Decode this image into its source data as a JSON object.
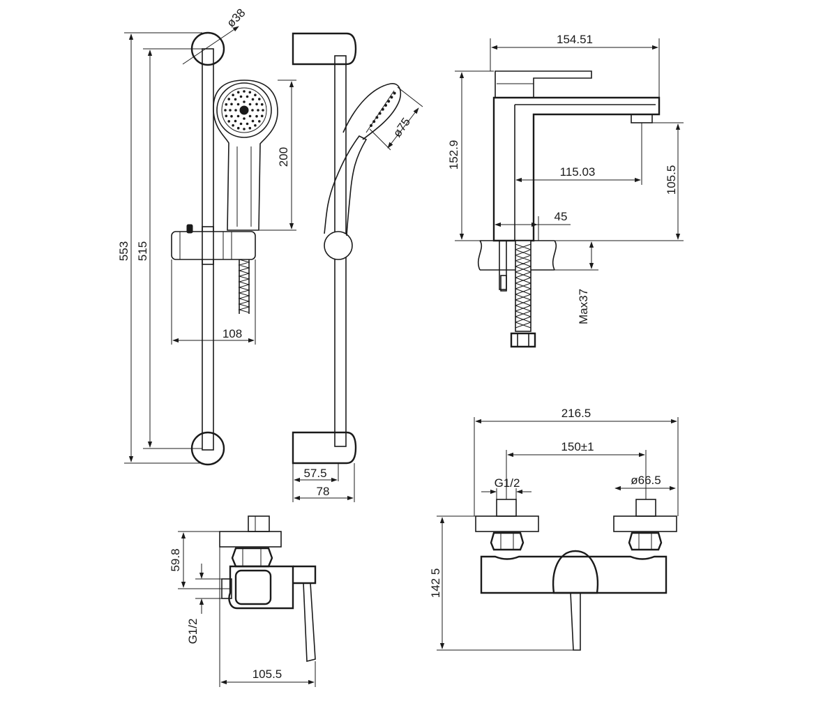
{
  "dimensions": {
    "rail_height": "553",
    "rail_centers": "515",
    "rail_diameter": "ø38",
    "handset_height": "200",
    "holder_width": "108",
    "head_diameter": "ø75",
    "wall_offset_inner": "57.5",
    "wall_offset_outer": "78",
    "basin_reach": "154.51",
    "basin_height": "152.9",
    "spout_reach": "115.03",
    "spout_height": "105.5",
    "body_width": "45",
    "deck_thickness": "Max37",
    "shower_width": "216.5",
    "shower_centers": "150±1",
    "shower_inlet": "G1/2",
    "shower_escutcheon": "ø66.5",
    "shower_height": "142 5",
    "side_inlet_height": "59.8",
    "side_thread": "G1/2",
    "side_depth": "105.5"
  }
}
